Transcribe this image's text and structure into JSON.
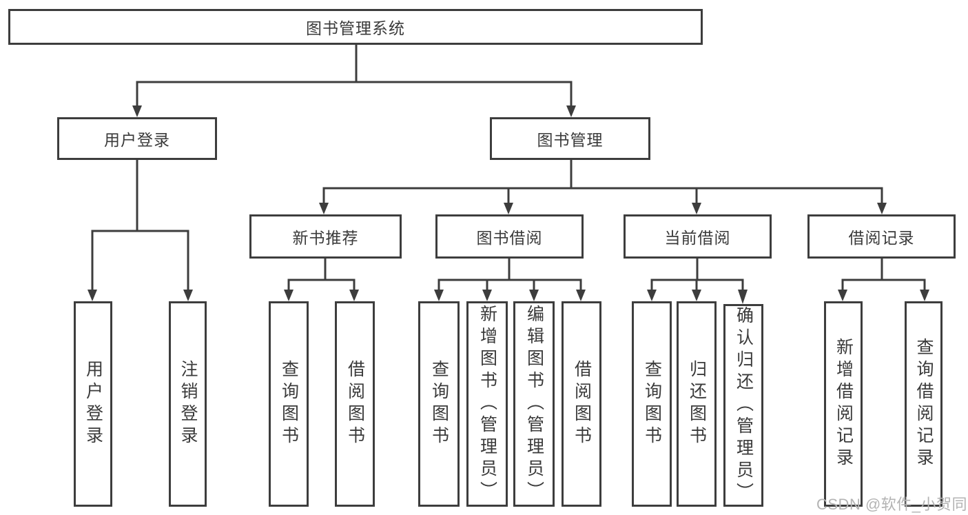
{
  "diagram": {
    "title_node": "图书管理系统",
    "root": {
      "label": "图书管理系统",
      "children": [
        {
          "label": "用户登录",
          "children": [
            {
              "label": "用户登录"
            },
            {
              "label": "注销登录"
            }
          ]
        },
        {
          "label": "图书管理",
          "children": [
            {
              "label": "新书推荐",
              "children": [
                {
                  "label": "查询图书"
                },
                {
                  "label": "借阅图书"
                }
              ]
            },
            {
              "label": "图书借阅",
              "children": [
                {
                  "label": "查询图书"
                },
                {
                  "label": "新增图书（管理员）"
                },
                {
                  "label": "编辑图书（管理员）"
                },
                {
                  "label": "借阅图书"
                }
              ]
            },
            {
              "label": "当前借阅",
              "children": [
                {
                  "label": "查询图书"
                },
                {
                  "label": "归还图书"
                },
                {
                  "label": "确认归还（管理员）"
                }
              ]
            },
            {
              "label": "借阅记录",
              "children": [
                {
                  "label": "新增借阅记录"
                },
                {
                  "label": "查询借阅记录"
                }
              ]
            }
          ]
        }
      ]
    }
  },
  "watermark": {
    "text": "CSDN @软件_小贺同学"
  },
  "colors": {
    "line": "#3d3d3d",
    "text": "#3a3a3a",
    "background": "#ffffff",
    "watermark": "#b3b3b3"
  }
}
